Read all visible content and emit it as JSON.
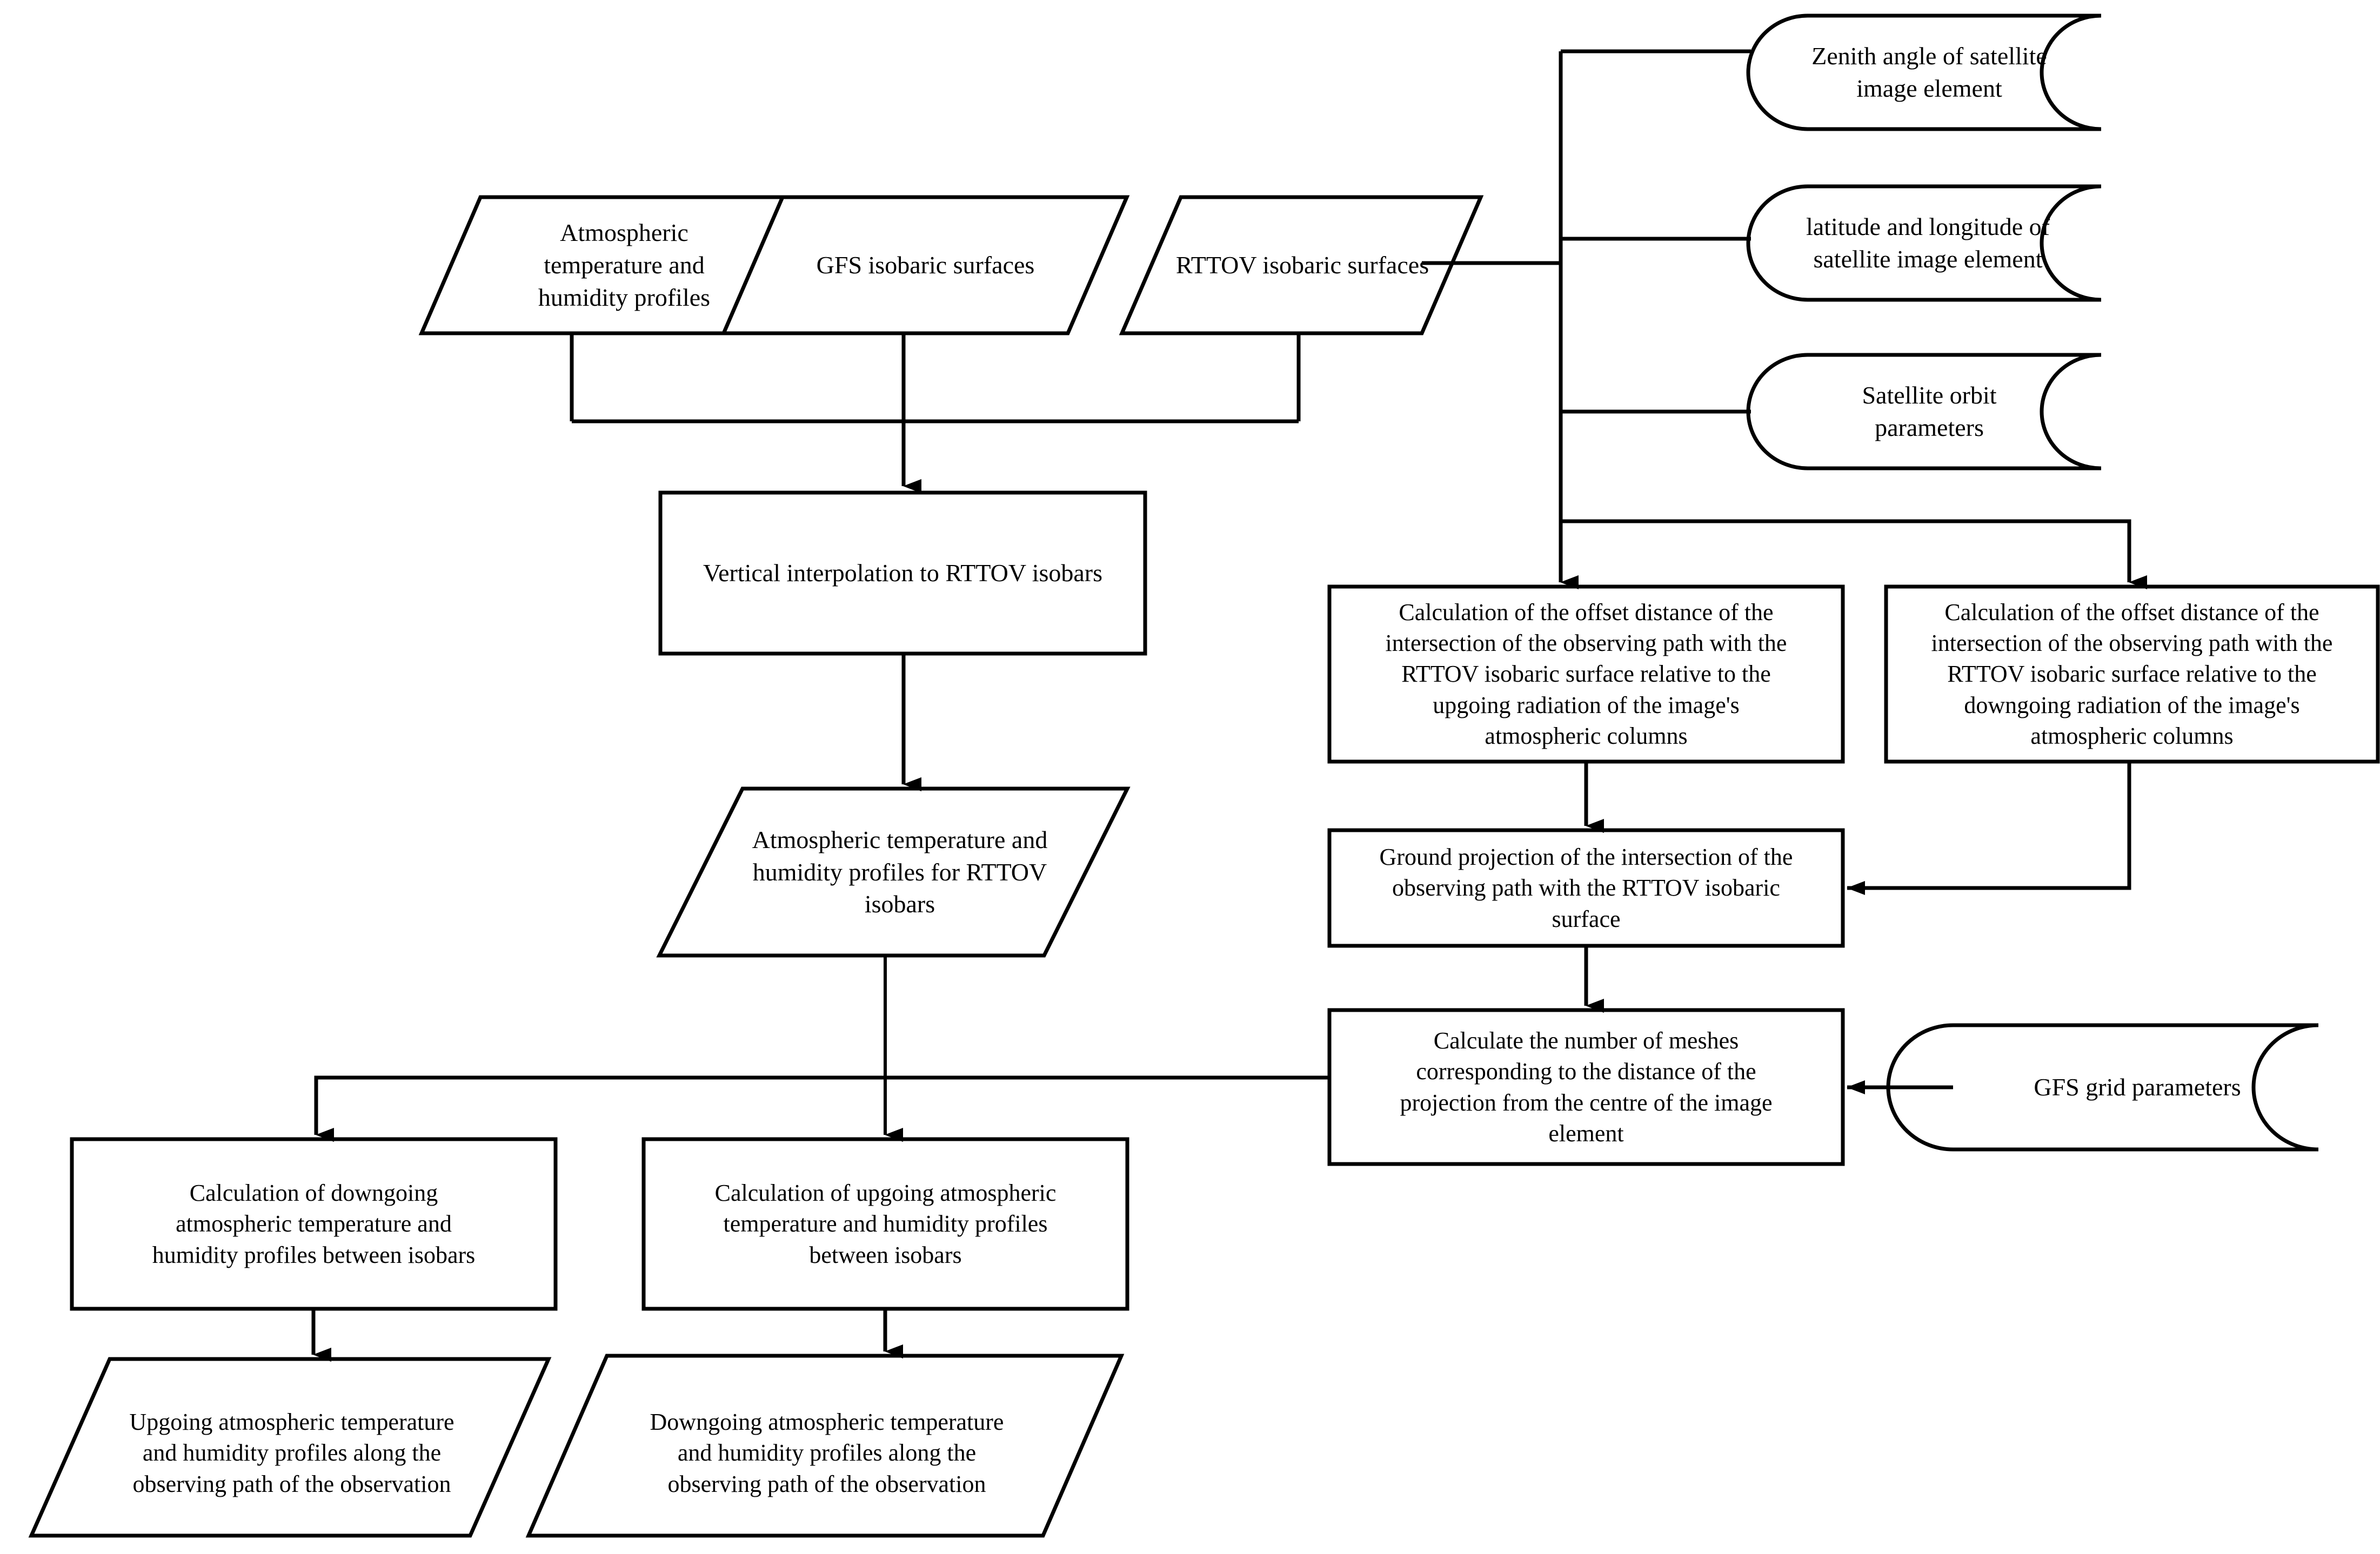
{
  "diagram": {
    "title": "RTTOV atmospheric profile preparation flowchart",
    "background": "#ffffff",
    "line_color": "#000000",
    "text_color": "#000000"
  },
  "nodes": {
    "atm_profiles": {
      "label": "Atmospheric\ntemperature and\nhumidity profiles",
      "shape": "parallelogram"
    },
    "gfs_isobaric": {
      "label": "GFS isobaric surfaces",
      "shape": "parallelogram"
    },
    "rttov_isobaric": {
      "label": "RTTOV isobaric surfaces",
      "shape": "parallelogram"
    },
    "zenith_angle": {
      "label": "Zenith angle of satellite\nimage element",
      "shape": "stored-data"
    },
    "lat_lon": {
      "label": "latitude and longitude of\nsatellite image element",
      "shape": "stored-data"
    },
    "orbit_params": {
      "label": "Satellite orbit\nparameters",
      "shape": "stored-data"
    },
    "vertical_interp": {
      "label": "Vertical interpolation to RTTOV isobars",
      "shape": "process"
    },
    "profiles_for_rttov": {
      "label": "Atmospheric temperature and\nhumidity profiles for RTTOV\nisobars",
      "shape": "parallelogram"
    },
    "offset_upgoing": {
      "label": "Calculation of the offset distance of the\nintersection of the observing path with the\nRTTOV isobaric surface relative to the\nupgoing radiation of the image's\natmospheric columns",
      "shape": "process"
    },
    "offset_downgoing": {
      "label": "Calculation of the offset distance of the\nintersection of the observing path with the\nRTTOV isobaric surface relative to the\ndowngoing radiation of the image's\natmospheric columns",
      "shape": "process"
    },
    "ground_projection": {
      "label": "Ground projection of the intersection of the\nobserving path with the RTTOV isobaric\nsurface",
      "shape": "process"
    },
    "mesh_count": {
      "label": "Calculate the number of meshes\ncorresponding to the distance of the\nprojection from the centre of the image\nelement",
      "shape": "process"
    },
    "gfs_grid_params": {
      "label": "GFS grid parameters",
      "shape": "stored-data"
    },
    "calc_downgoing": {
      "label": "Calculation of downgoing\natmospheric temperature and\nhumidity profiles between isobars",
      "shape": "process"
    },
    "calc_upgoing": {
      "label": "Calculation of upgoing atmospheric\ntemperature and humidity profiles\nbetween isobars",
      "shape": "process"
    },
    "out_upgoing": {
      "label": "Upgoing atmospheric temperature\nand humidity profiles along the\nobserving path of the observation",
      "shape": "parallelogram"
    },
    "out_downgoing": {
      "label": "Downgoing atmospheric temperature\nand humidity profiles along the\nobserving path of the observation",
      "shape": "parallelogram"
    }
  }
}
